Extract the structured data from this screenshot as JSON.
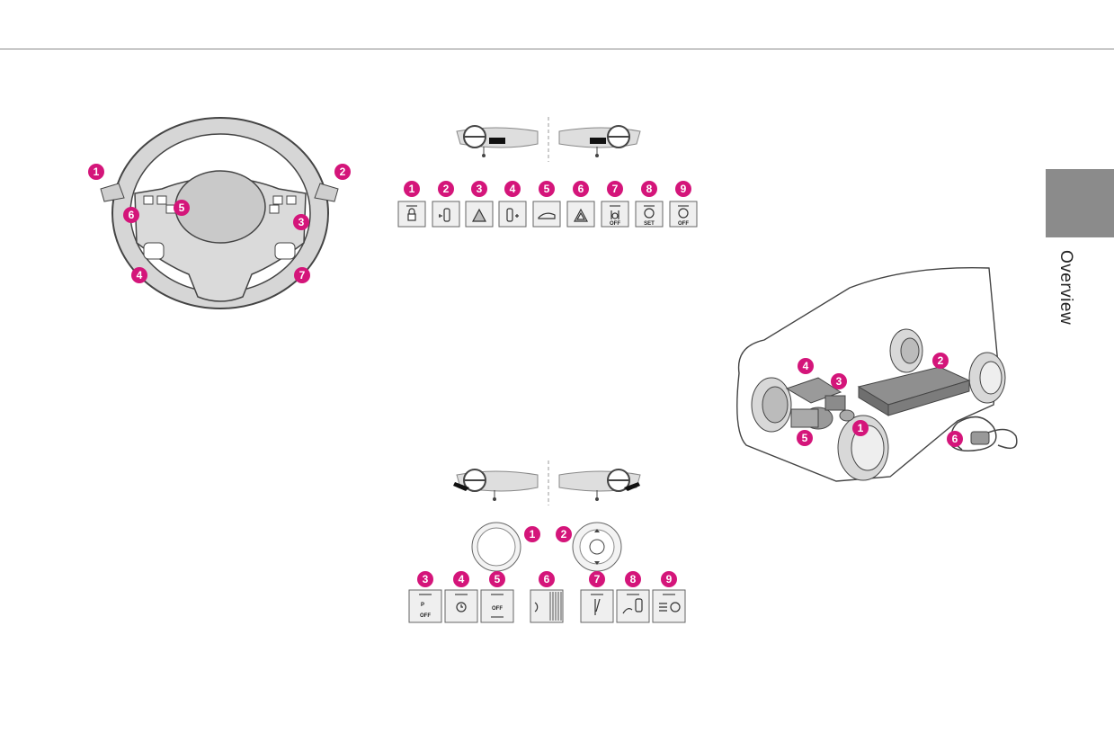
{
  "sidebar": {
    "section_label": "Overview"
  },
  "steering_wheel": {
    "callouts": [
      "1",
      "2",
      "3",
      "4",
      "5",
      "6",
      "7"
    ]
  },
  "upper_panel": {
    "callouts": [
      "1",
      "2",
      "3",
      "4",
      "5",
      "6",
      "7",
      "8",
      "9"
    ],
    "button_captions": {
      "b7": "OFF",
      "b8": "SET",
      "b9": "OFF"
    }
  },
  "lower_panel": {
    "callouts": [
      "1",
      "2",
      "3",
      "4",
      "5",
      "6",
      "7",
      "8",
      "9"
    ],
    "button_captions": {
      "b3_top": "P",
      "b3_bottom": "OFF",
      "b5": "OFF"
    }
  },
  "vehicle": {
    "callouts": [
      "1",
      "2",
      "3",
      "4",
      "5",
      "6"
    ]
  },
  "colors": {
    "accent": "#d4157a",
    "rule": "#8a8a8a",
    "tab": "#8b8b8b"
  }
}
